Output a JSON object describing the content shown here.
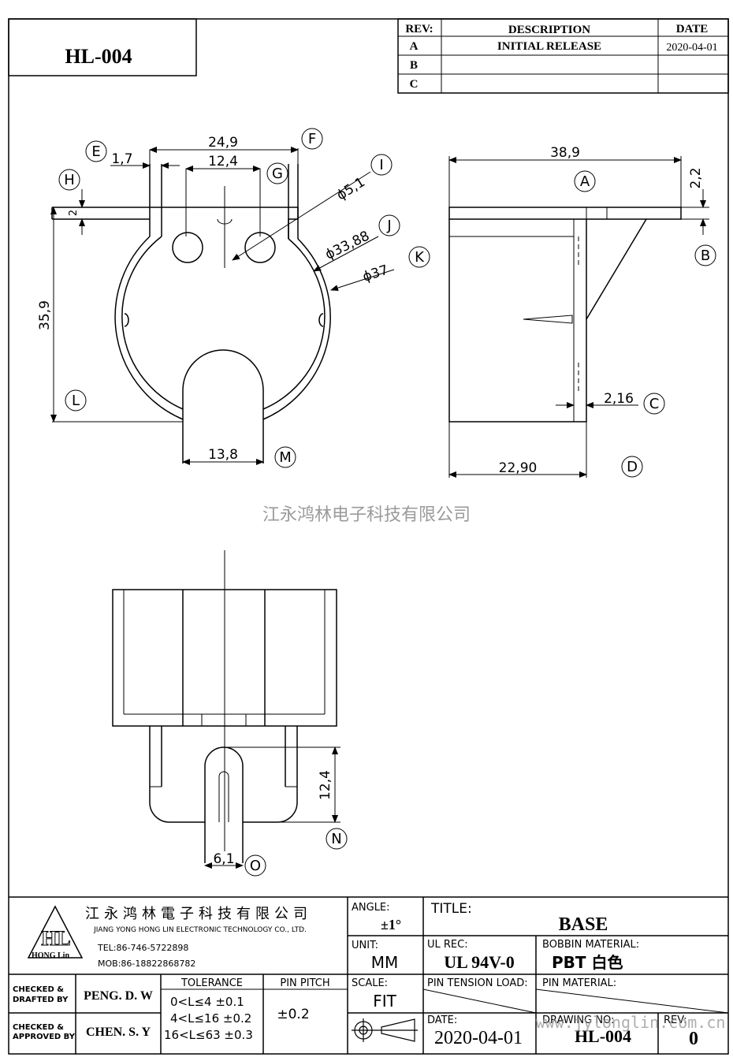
{
  "drawing_code": "HL-004",
  "revision_table": {
    "headers": {
      "rev": "REV:",
      "description": "DESCRIPTION",
      "date": "DATE"
    },
    "rows": [
      {
        "rev": "A",
        "description": "INITIAL  RELEASE",
        "date": "2020-04-01"
      },
      {
        "rev": "B",
        "description": "",
        "date": ""
      },
      {
        "rev": "C",
        "description": "",
        "date": ""
      }
    ]
  },
  "dimensions": {
    "front": {
      "d24_9": "24,9",
      "d1_7": "1,7",
      "d12_4_top": "12,4",
      "d2": "2",
      "d35_9": "35,9",
      "d5_1": "ϕ5,1",
      "d33_88": "ϕ33,88",
      "d37": "ϕ37",
      "d13_8": "13,8"
    },
    "side": {
      "d38_9": "38,9",
      "d2_2": "2,2",
      "d2_16": "2,16",
      "d22_90": "22,90"
    },
    "bottom": {
      "d12_4": "12,4",
      "d6_1": "6,1"
    }
  },
  "markers": [
    "A",
    "B",
    "C",
    "D",
    "E",
    "F",
    "G",
    "H",
    "I",
    "J",
    "K",
    "L",
    "M",
    "N",
    "O"
  ],
  "watermark_cn": "江永鸿林电子科技有限公司",
  "watermark_url": "www.jylonglin.com.cn",
  "title_block": {
    "company_cn": "江永鸿林電子科技有限公司",
    "company_en": "JIANG YONG HONG LIN ELECTRONIC TECHNOLOGY CO., LTD.",
    "tel": "TEL:86-746-5722898",
    "mob": "MOB:86-18822868782",
    "logo_text": "HL",
    "logo_sub": "HONG Lin",
    "angle_label": "ANGLE:",
    "angle_value": "±1°",
    "title_label": "TITLE:",
    "title_value": "BASE",
    "unit_label": "UNIT:",
    "unit_value": "MM",
    "ul_label": "UL REC:",
    "ul_value": "UL 94V-0",
    "bobbin_label": "BOBBIN MATERIAL:",
    "bobbin_value": "PBT  白色",
    "checked_drafted": "CHECKED &\nDRAFTED BY",
    "drafted_name": "PENG. D. W",
    "tolerance_label": "TOLERANCE",
    "tolerance_rows": [
      "0<L≤4  ±0.1",
      "4<L≤16 ±0.2",
      "16<L≤63 ±0.3"
    ],
    "pin_pitch_label": "PIN PITCH",
    "pin_pitch_value": "±0.2",
    "scale_label": "SCALE:",
    "scale_value": "FIT",
    "pin_tension_label": "PIN TENSION LOAD:",
    "pin_material_label": "PIN MATERIAL:",
    "checked_approved": "CHECKED &\nAPPROVED BY",
    "approved_name": "CHEN. S. Y",
    "date_label": "DATE:",
    "date_value": "2020-04-01",
    "drawing_no_label": "DRAWING NO:",
    "drawing_no_value": "HL-004",
    "rev_label": "REV:",
    "rev_value": "0"
  }
}
